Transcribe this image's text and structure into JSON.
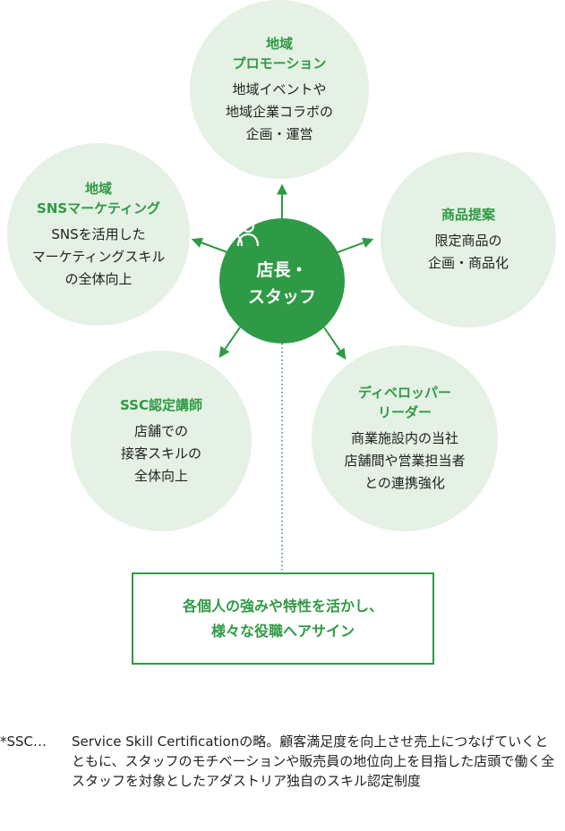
{
  "center": {
    "label": "店長・\nスタッフ",
    "icon": "people-icon"
  },
  "roles": [
    {
      "title": "地域\nプロモーション",
      "desc": "地域イベントや\n地域企業コラボの\n企画・運営"
    },
    {
      "title": "商品提案",
      "desc": "限定商品の\n企画・商品化"
    },
    {
      "title": "ディベロッパー\nリーダー",
      "desc": "商業施設内の当社\n店舗間や営業担当者\nとの連携強化"
    },
    {
      "title": "SSC認定講師",
      "desc": "店舗での\n接客スキルの\n全体向上"
    },
    {
      "title": "地域\nSNSマーケティング",
      "desc": "SNSを活用した\nマーケティングスキル\nの全体向上"
    }
  ],
  "summary": "各個人の強みや特性を活かし、\n様々な役職へアサイン",
  "footnote": {
    "marker": "*SSC…",
    "text": "Service Skill Certificationの略。顧客満足度を向上させ売上につなげていくとともに、スタッフのモチベーションや販売員の地位向上を目指した店頭で働く全スタッフを対象としたアダストリア独自のスキル認定制度"
  },
  "colors": {
    "accent": "#2f9a46",
    "circle_bg": "#e4f1e4",
    "text": "#222222"
  }
}
